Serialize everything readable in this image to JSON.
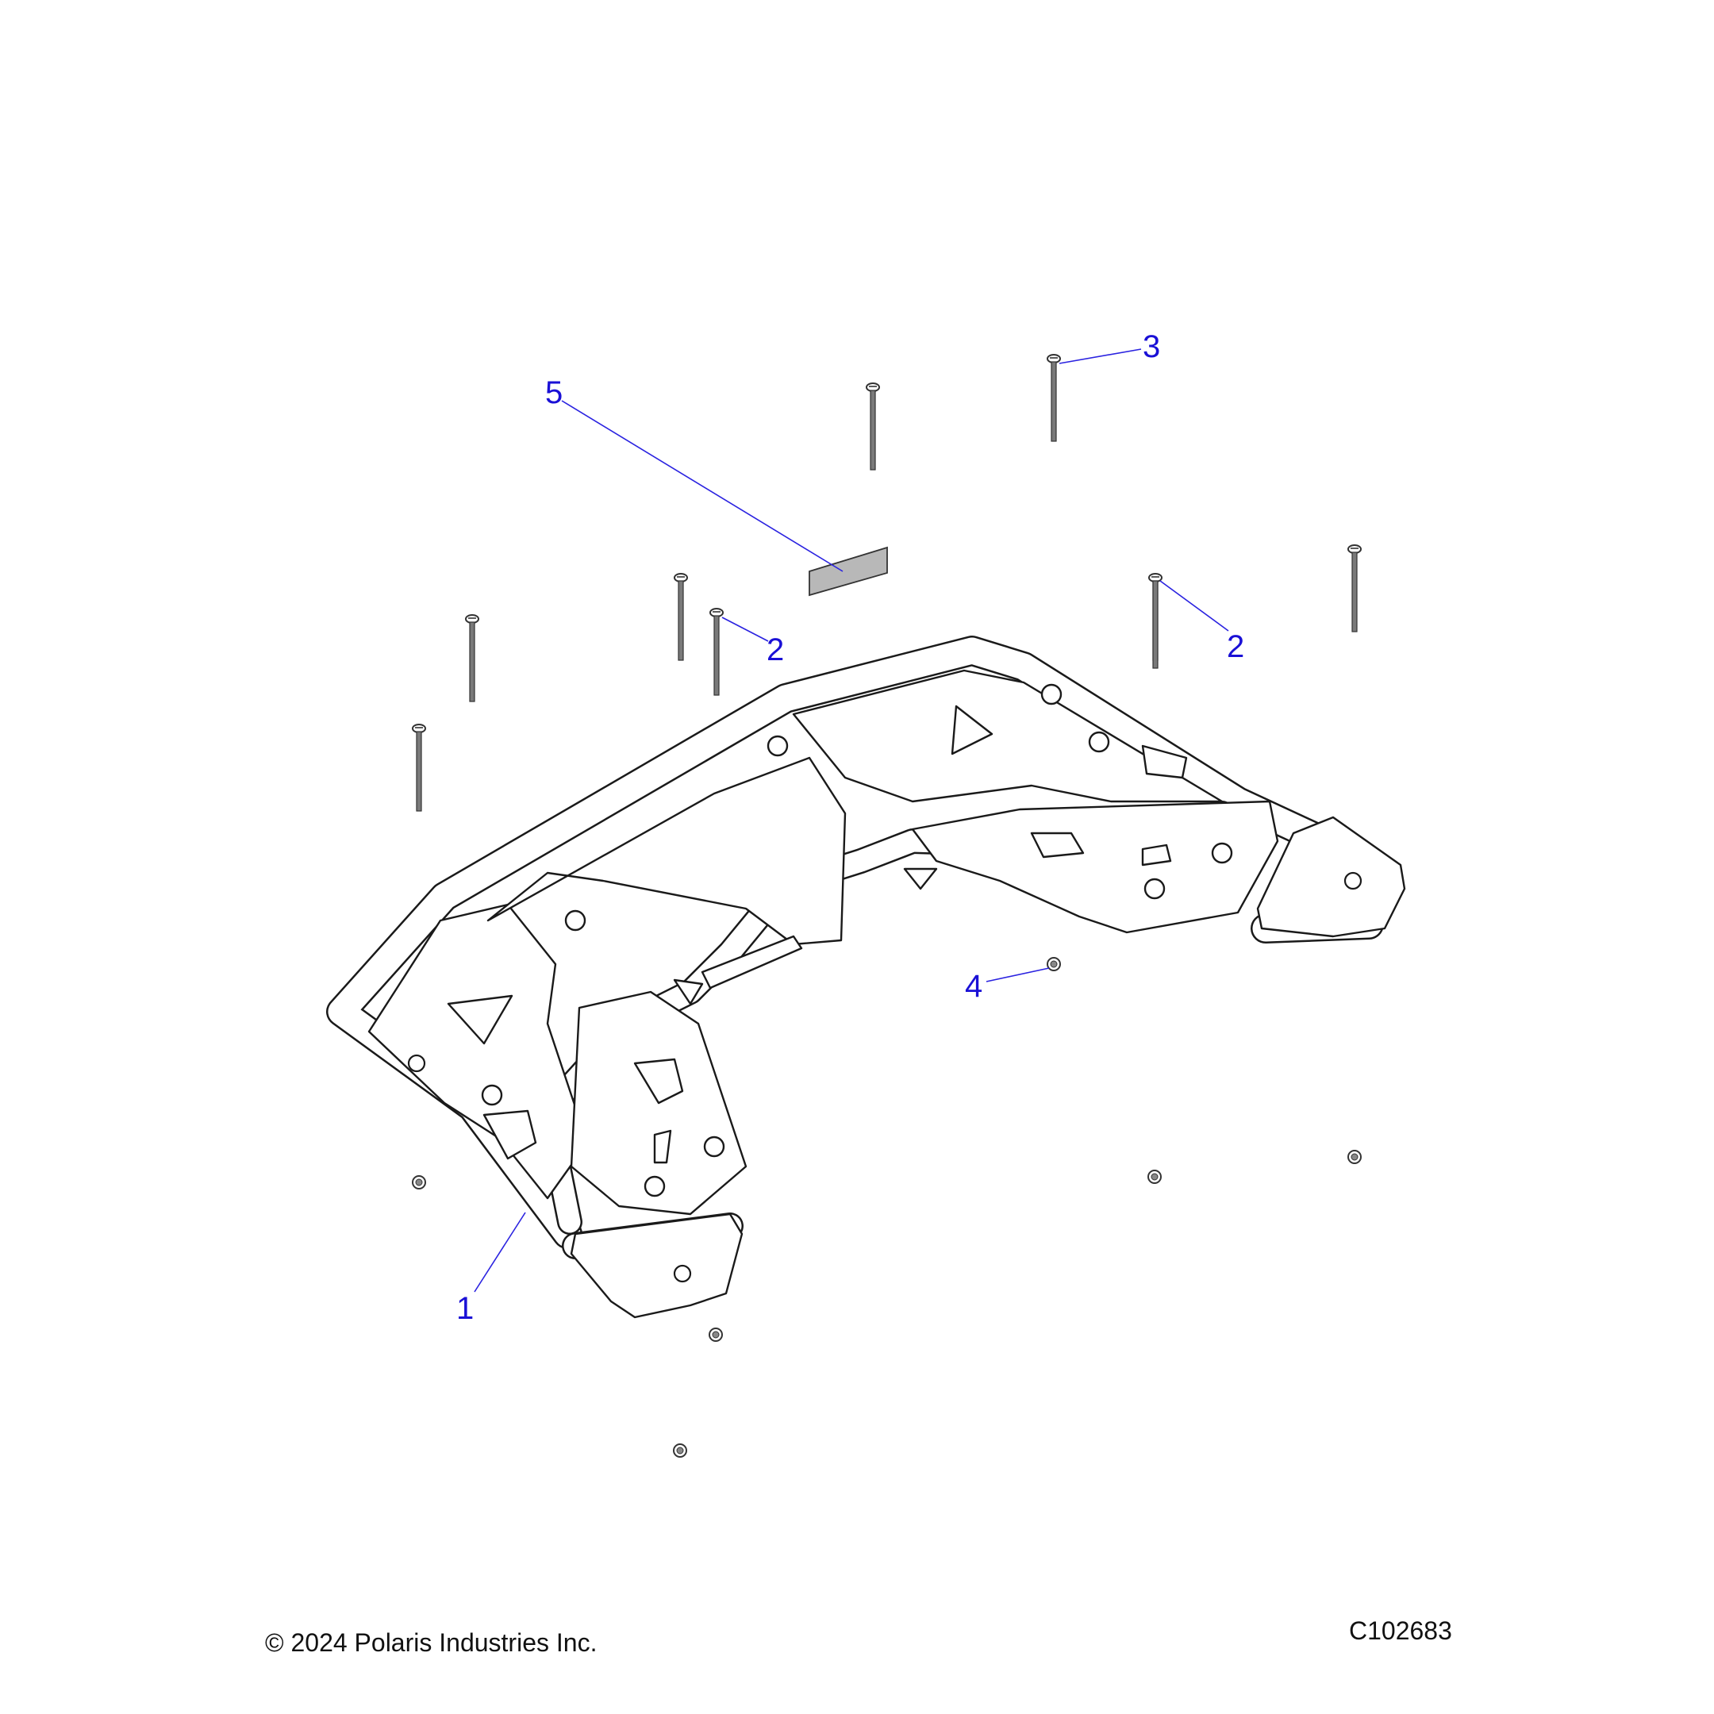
{
  "diagram": {
    "callouts": [
      {
        "id": "1",
        "label": "1"
      },
      {
        "id": "2a",
        "label": "2"
      },
      {
        "id": "2b",
        "label": "2"
      },
      {
        "id": "3",
        "label": "3"
      },
      {
        "id": "4",
        "label": "4"
      },
      {
        "id": "5",
        "label": "5"
      }
    ]
  },
  "footer": {
    "copyright": "© 2024 Polaris Industries Inc.",
    "figure_id": "C102683"
  },
  "colors": {
    "callout": "#1a10d6",
    "line": "#1a1a1a",
    "bolt": "#6a6a6a",
    "decal": "#b8b8b8"
  }
}
